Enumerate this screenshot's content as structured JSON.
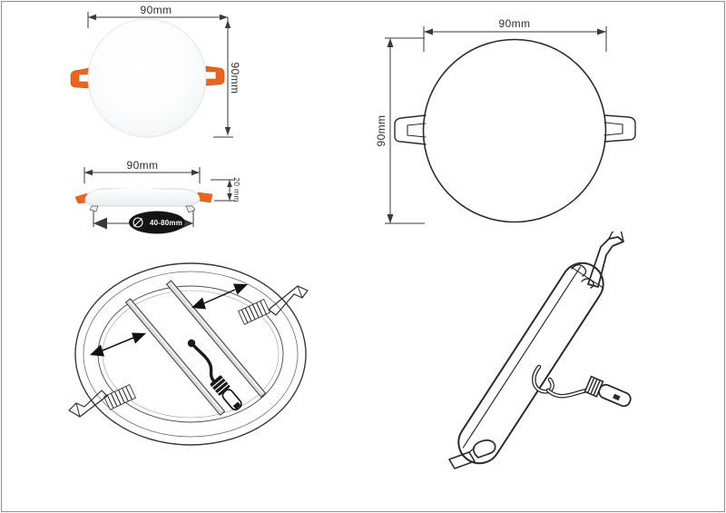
{
  "page": {
    "background": "#ffffff",
    "border_color": "#8f8f8f"
  },
  "colors": {
    "line_art": "#2b2b2b",
    "dimension_text": "#2e2e2e",
    "clip_orange": "#e8641f",
    "clip_orange_dark": "#c6500f",
    "badge_background": "#141414",
    "badge_text": "#ffffff",
    "rail_gray": "#dcdcdc"
  },
  "icons": {
    "diameter": "⌀"
  },
  "views": {
    "photo_front": {
      "width_label": "90mm",
      "height_label": "90mm"
    },
    "photo_side": {
      "width_label": "90mm",
      "thickness_label": "20 mm",
      "cutout_label": "40-80mm"
    },
    "line_front": {
      "width_label": "90mm",
      "height_label": "90mm"
    }
  }
}
